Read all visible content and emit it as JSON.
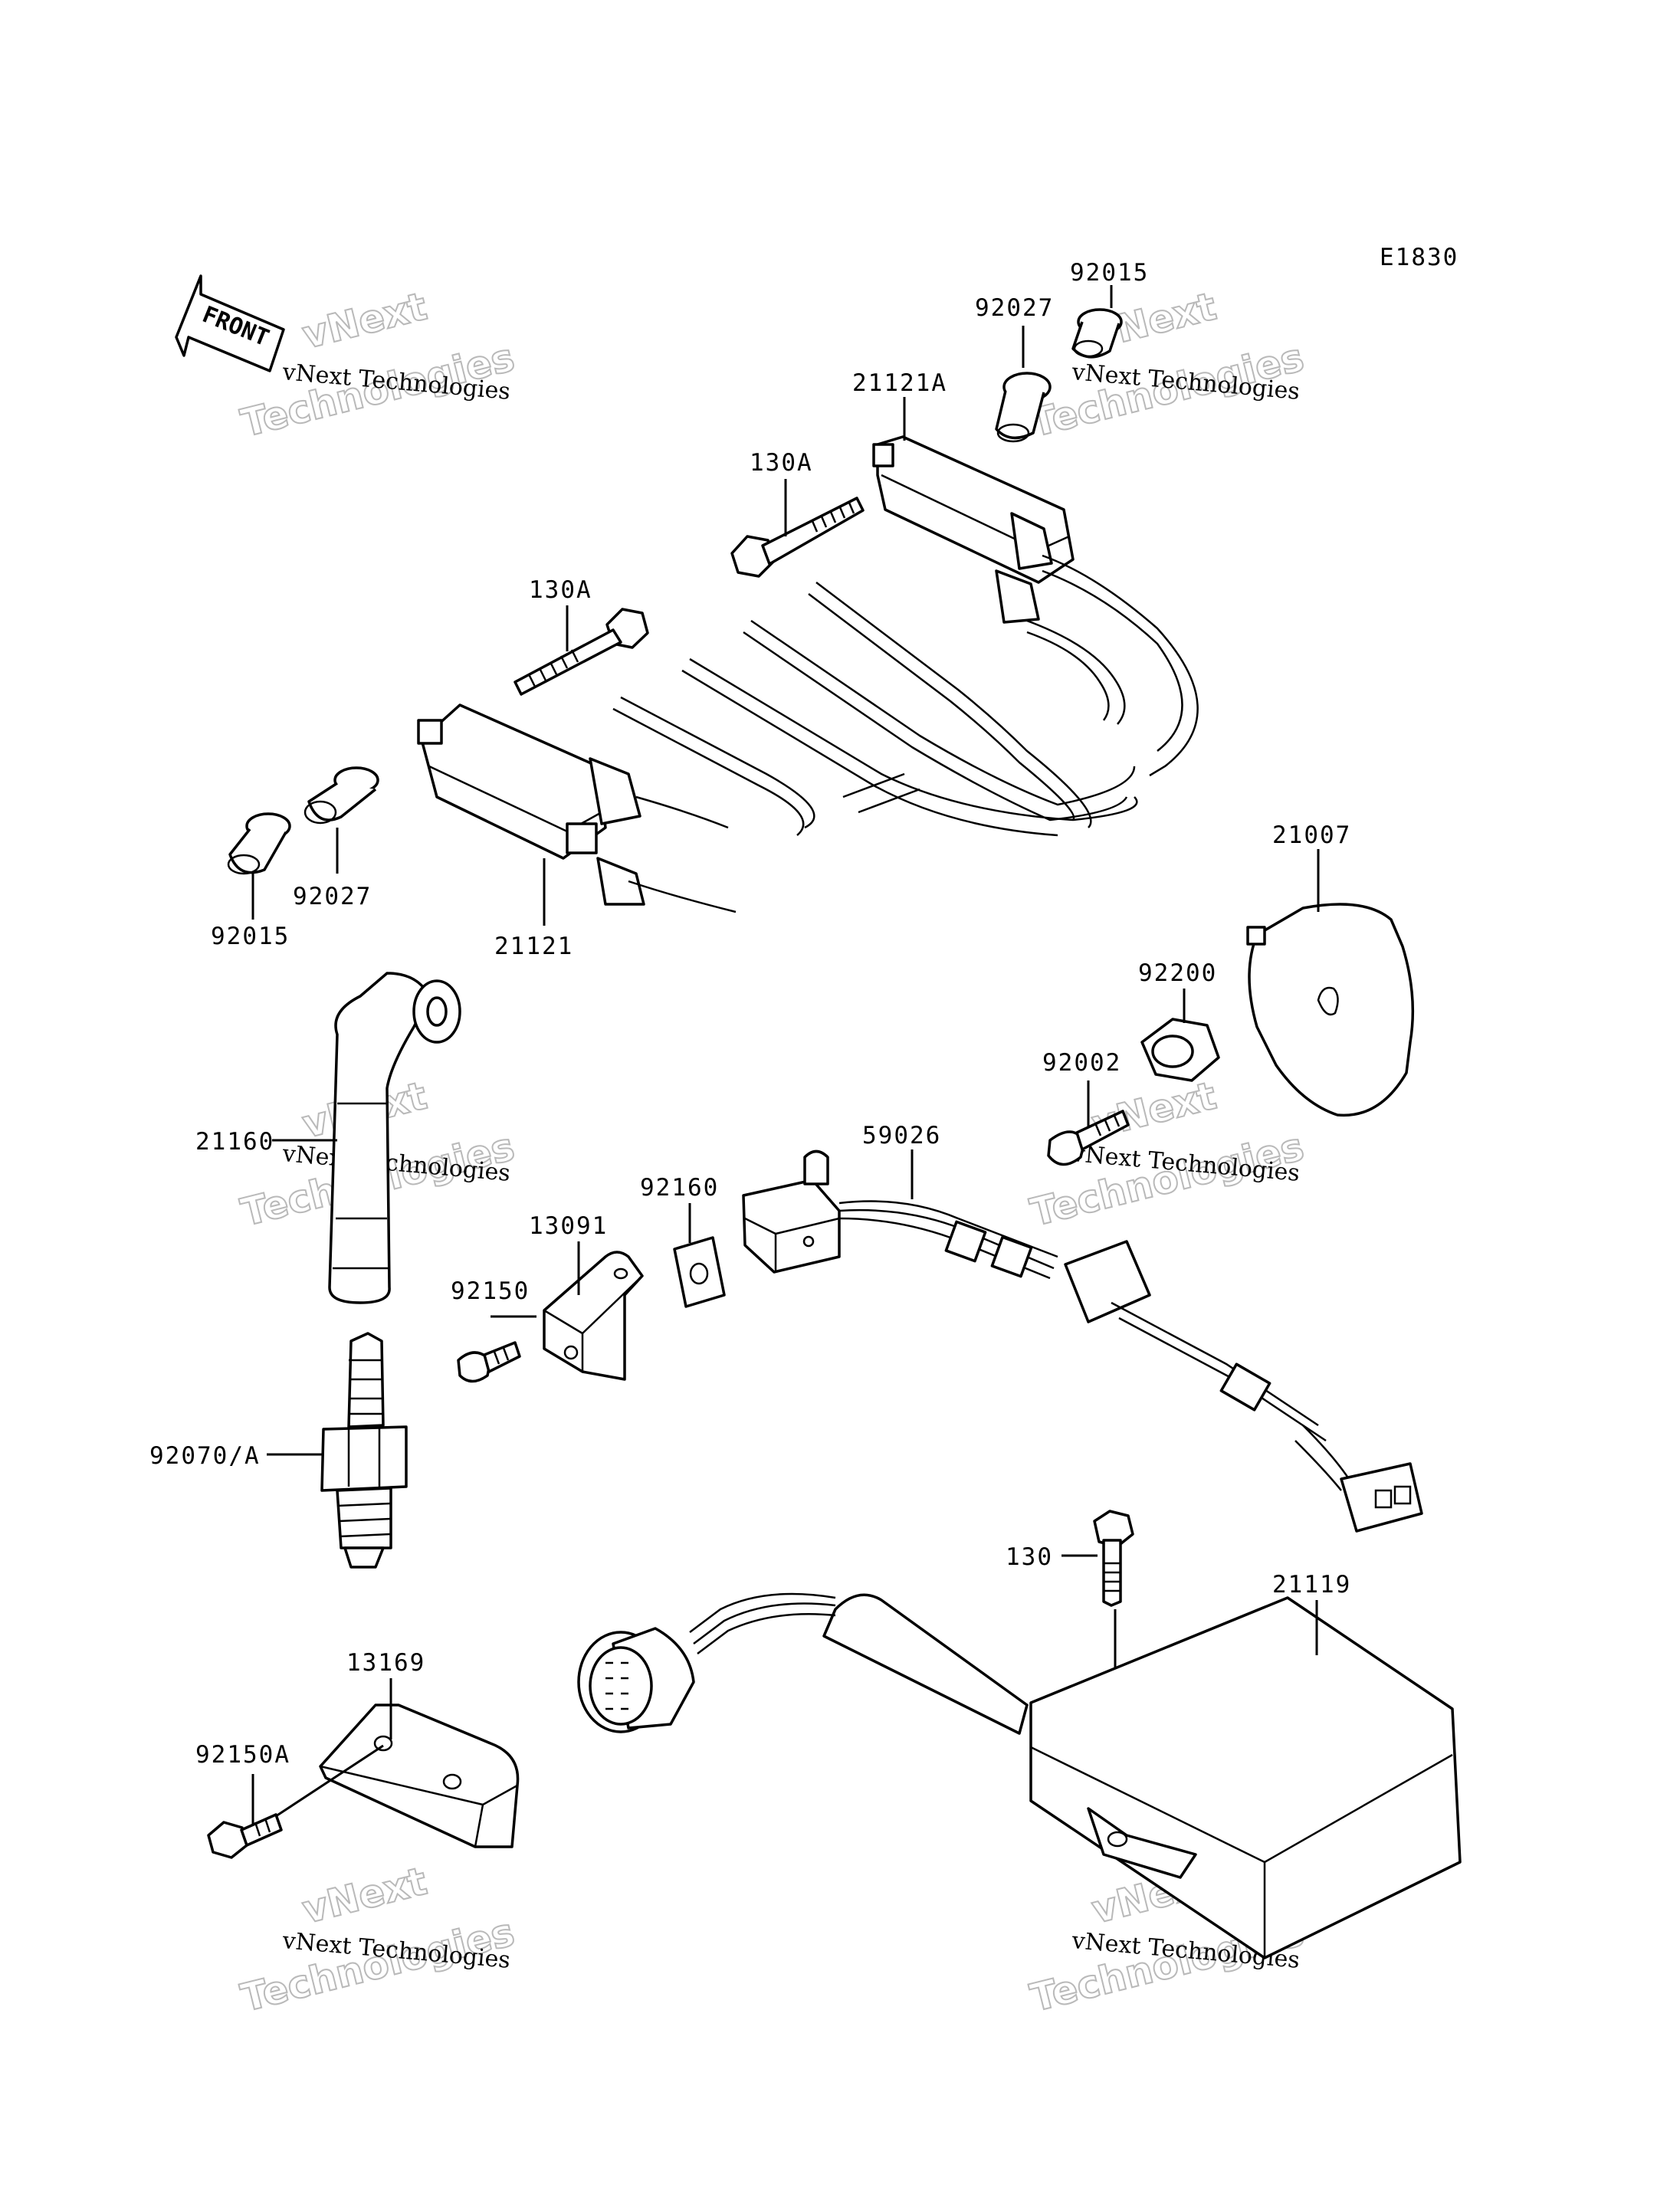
{
  "diagram_code": "E1830",
  "front_label": "FRONT",
  "watermark": {
    "line1": "vNext Technologies",
    "line2": "vNext",
    "line3": "Technologies"
  },
  "labels": {
    "p92015_top": "92015",
    "p92027_top": "92027",
    "p21121A": "21121A",
    "p130A_top": "130A",
    "p130A_mid": "130A",
    "p92015_left": "92015",
    "p92027_left": "92027",
    "p21121": "21121",
    "p21007": "21007",
    "p92200": "92200",
    "p92002": "92002",
    "p21160": "21160",
    "p59026": "59026",
    "p92160": "92160",
    "p13091": "13091",
    "p92150": "92150",
    "p92070A": "92070/A",
    "p130": "130",
    "p21119": "21119",
    "p13169": "13169",
    "p92150A": "92150A"
  }
}
